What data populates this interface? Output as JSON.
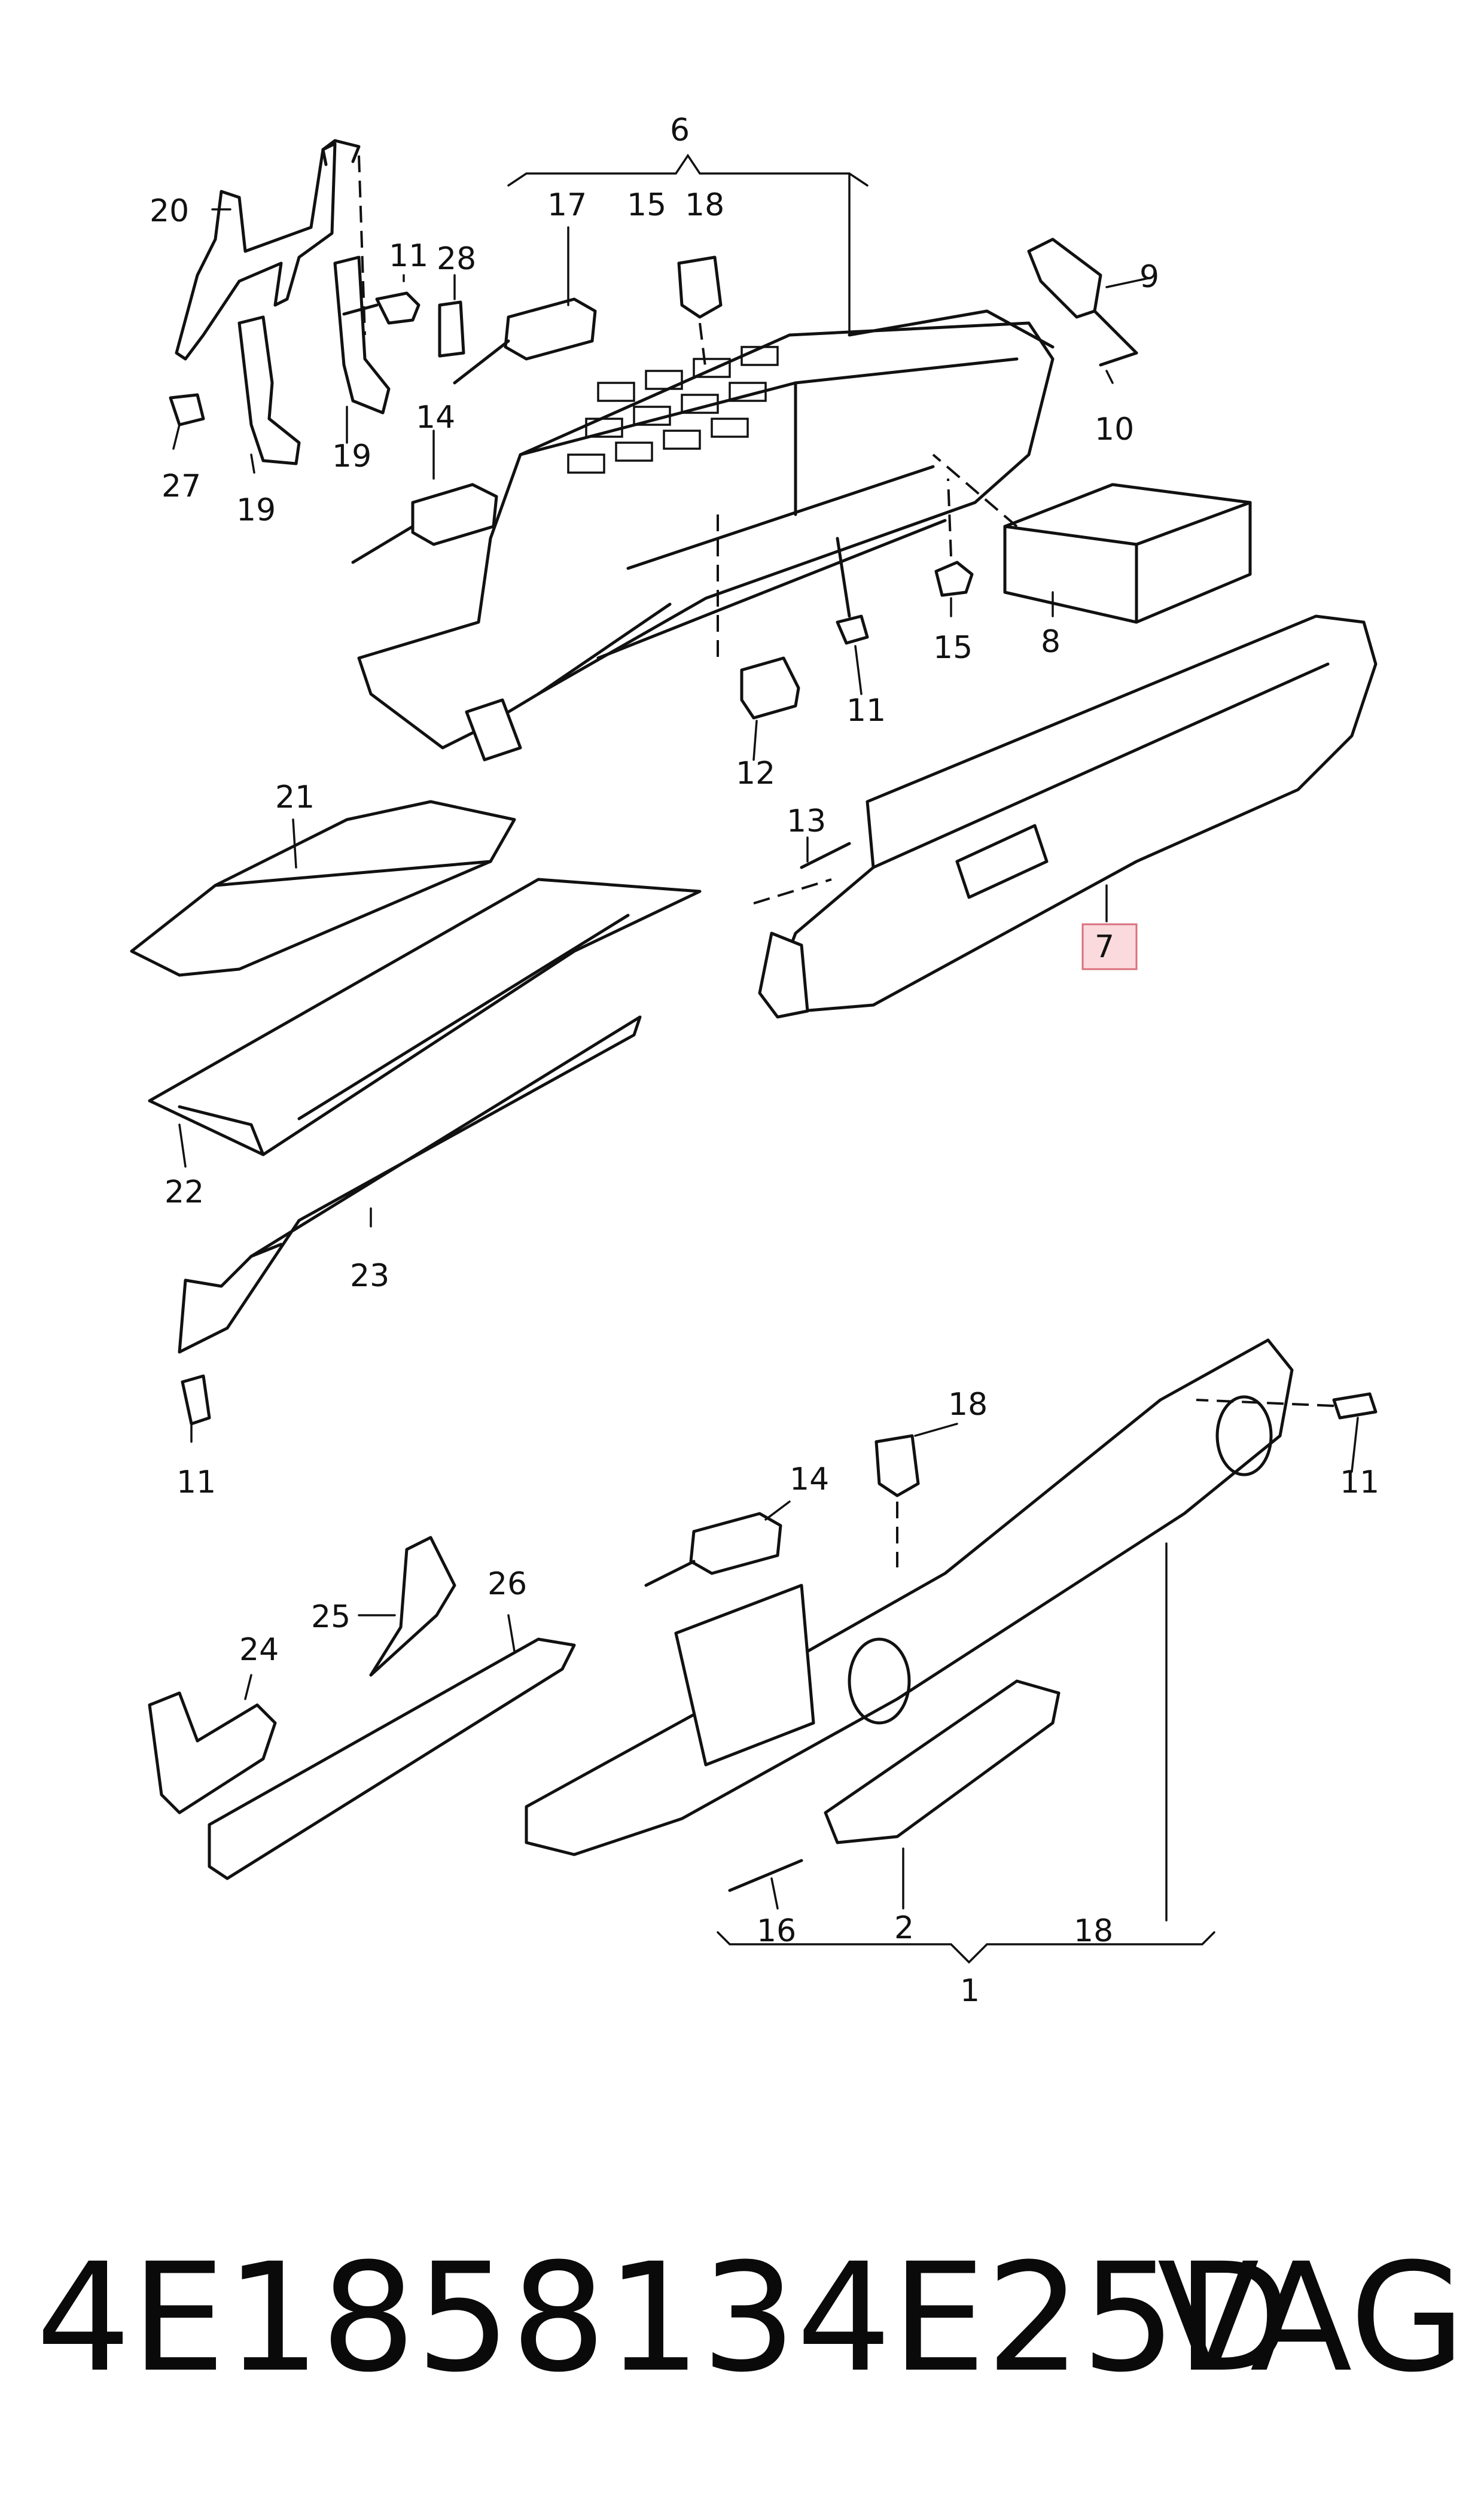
{
  "diagram": {
    "labels": {
      "l1": "1",
      "l2": "2",
      "l6": "6",
      "l7": "7",
      "l8": "8",
      "l9": "9",
      "l10": "10",
      "l11a": "11",
      "l11b": "11",
      "l11c": "11",
      "l11d": "11",
      "l12": "12",
      "l13": "13",
      "l14a": "14",
      "l14b": "14",
      "l15a": "15",
      "l15b": "15",
      "l16": "16",
      "l17": "17",
      "l18a": "18",
      "l18b": "18",
      "l18c": "18",
      "l19a": "19",
      "l19b": "19",
      "l20": "20",
      "l21": "21",
      "l22": "22",
      "l23": "23",
      "l24": "24",
      "l25": "25",
      "l26": "26",
      "l27": "27",
      "l28": "28"
    },
    "highlighted_label": "7",
    "highlight_color": "#fbdadd"
  },
  "footer": {
    "part_number": "4E1858134E25D",
    "brand": "VAG"
  }
}
